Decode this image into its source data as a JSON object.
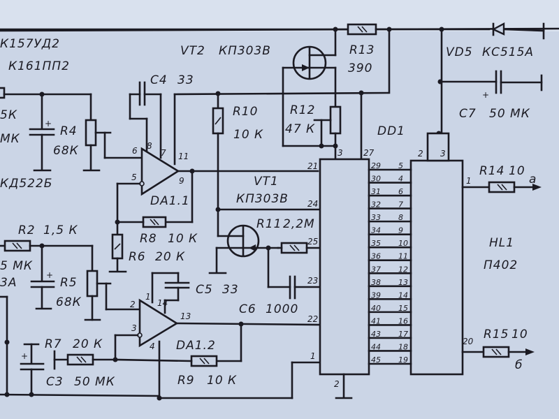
{
  "title_notes": {
    "ic_line1": "К157УД2",
    "ic_line2": "К161ПП2",
    "diode_partial": "КД522Б",
    "cap_partial_top_1": "5К",
    "cap_partial_top_2": "МК",
    "cap_partial_bottom_1": "5 МК",
    "cap_partial_bottom_2": "3А"
  },
  "transistors": {
    "vt2": {
      "ref": "VT2",
      "type": "КП303В"
    },
    "vt1": {
      "ref": "VT1",
      "type": "КП303В"
    }
  },
  "resistors": {
    "r2": {
      "ref": "R2",
      "value": "1,5 К"
    },
    "r4": {
      "ref": "R4",
      "value": "68К"
    },
    "r5": {
      "ref": "R5",
      "value": "68К"
    },
    "r6": {
      "ref": "R6",
      "value": "20 К"
    },
    "r7": {
      "ref": "R7",
      "value": "20 К"
    },
    "r8": {
      "ref": "R8",
      "value": "10 К"
    },
    "r9": {
      "ref": "R9",
      "value": "10 К"
    },
    "r10": {
      "ref": "R10",
      "value": "10 К"
    },
    "r11": {
      "ref": "R11",
      "value": "2,2М"
    },
    "r12": {
      "ref": "R12",
      "value": "47 К"
    },
    "r13": {
      "ref": "R13",
      "value": "390"
    },
    "r14": {
      "ref": "R14",
      "value": "10"
    },
    "r15": {
      "ref": "R15",
      "value": "10"
    }
  },
  "capacitors": {
    "c3": {
      "ref": "C3",
      "value": "50 МК"
    },
    "c4": {
      "ref": "C4",
      "value": "33"
    },
    "c5": {
      "ref": "C5",
      "value": "33"
    },
    "c6": {
      "ref": "C6",
      "value": "1000"
    },
    "c7": {
      "ref": "C7",
      "value": "50 МК"
    }
  },
  "diodes": {
    "vd5": {
      "ref": "VD5",
      "type": "КС515А"
    }
  },
  "opamps": {
    "da1_1": {
      "ref": "DA1.1",
      "pins": {
        "in_plus": "6",
        "in_minus": "5",
        "comp_a": "8",
        "comp_b": "7",
        "supply": "11",
        "out": "9"
      }
    },
    "da1_2": {
      "ref": "DA1.2",
      "pins": {
        "in_plus": "2",
        "in_minus": "3",
        "comp_a": "1",
        "comp_b": "14",
        "supply": "4",
        "out": "13"
      }
    }
  },
  "dd1": {
    "ref": "DD1",
    "left_pins": [
      "21",
      "24",
      "25",
      "23",
      "22",
      "1"
    ],
    "top_pins": [
      "3",
      "27"
    ],
    "bottom_pin": "2",
    "right_pins": [
      "29",
      "30",
      "31",
      "32",
      "33",
      "34",
      "35",
      "36",
      "37",
      "38",
      "39",
      "40",
      "41",
      "43",
      "44",
      "45"
    ]
  },
  "hl1": {
    "ref": "HL1",
    "type": "П402",
    "top_pins": [
      "2",
      "3"
    ],
    "left_pins": [
      "5",
      "4",
      "6",
      "7",
      "8",
      "9",
      "10",
      "11",
      "12",
      "13",
      "14",
      "15",
      "16",
      "17",
      "18",
      "19"
    ],
    "out_pin_a": "1",
    "out_pin_b": "20"
  },
  "outputs": {
    "a": "а",
    "b": "б"
  }
}
